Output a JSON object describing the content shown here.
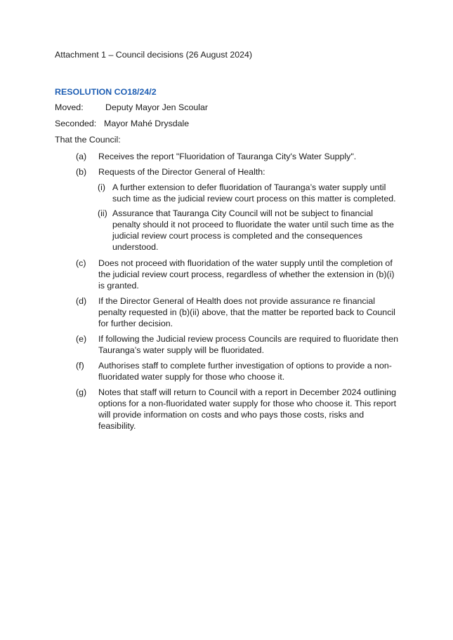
{
  "header": "Attachment 1 – Council decisions (26 August 2024)",
  "resolution": "RESOLUTION  CO18/24/2",
  "moved": {
    "label": "Moved:",
    "value": "Deputy Mayor Jen Scoular"
  },
  "seconded": {
    "label": "Seconded:",
    "value": "Mayor Mahé Drysdale"
  },
  "intro": "That the Council:",
  "items": [
    {
      "key": "(a)",
      "text": "Receives the report \"Fluoridation of Tauranga City's Water Supply\"."
    },
    {
      "key": "(b)",
      "text": "Requests of the Director General of Health:"
    },
    {
      "key": "(c)",
      "text": "Does not proceed with fluoridation of the water supply until the completion of the judicial review court process, regardless of whether the extension in (b)(i) is granted."
    },
    {
      "key": "(d)",
      "text": "If the Director General of Health does not provide assurance re financial penalty requested in (b)(ii) above, that the matter be reported back to Council for further decision."
    },
    {
      "key": "(e)",
      "text": "If following the Judicial review process Councils are required to fluoridate then Tauranga’s water supply will be fluoridated."
    },
    {
      "key": "(f)",
      "text": "Authorises staff to complete further investigation of options to provide a non-fluoridated water supply for those who choose it."
    },
    {
      "key": "(g)",
      "text": "Notes that staff will return to Council with a report in December 2024 outlining options for a non-fluoridated water supply for those who choose it. This report will provide information on costs and who pays those costs, risks and feasibility."
    }
  ],
  "subitems": [
    {
      "key": "(i)",
      "text": "A further extension to defer fluoridation of Tauranga’s water supply until such time as the judicial review court process on this matter is completed."
    },
    {
      "key": "(ii)",
      "text": "Assurance that Tauranga City Council will not be subject to financial penalty should it not proceed to fluoridate the water until such time as the judicial review court process is completed and the consequences understood."
    }
  ]
}
